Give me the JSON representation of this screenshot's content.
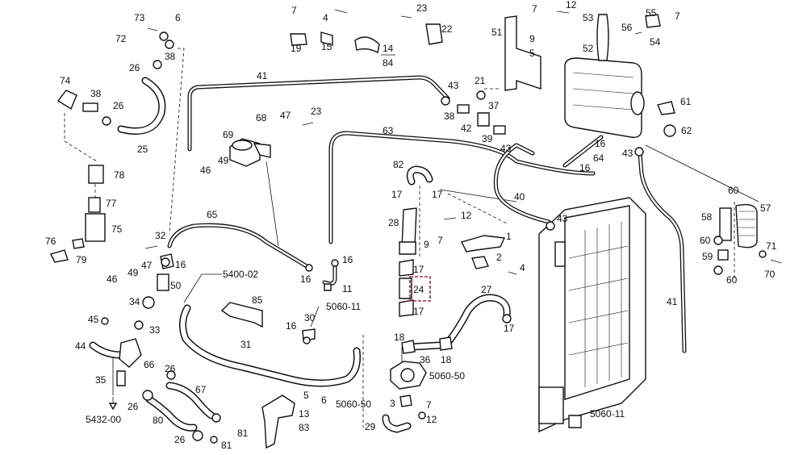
{
  "labels": [
    {
      "id": "c73",
      "text": "73"
    },
    {
      "id": "c6a",
      "text": "6"
    },
    {
      "id": "c72",
      "text": "72"
    },
    {
      "id": "c38a",
      "text": "38"
    },
    {
      "id": "c26a",
      "text": "26"
    },
    {
      "id": "c7a",
      "text": "7"
    },
    {
      "id": "c4a",
      "text": "4"
    },
    {
      "id": "c19",
      "text": "19"
    },
    {
      "id": "c15",
      "text": "15"
    },
    {
      "id": "c23a",
      "text": "23"
    },
    {
      "id": "c22",
      "text": "22"
    },
    {
      "id": "c7b",
      "text": "7"
    },
    {
      "id": "c12a",
      "text": "12"
    },
    {
      "id": "c9a",
      "text": "9"
    },
    {
      "id": "c5a",
      "text": "5"
    },
    {
      "id": "c51",
      "text": "51"
    },
    {
      "id": "c53",
      "text": "53"
    },
    {
      "id": "c52",
      "text": "52"
    },
    {
      "id": "c55",
      "text": "55"
    },
    {
      "id": "c7c",
      "text": "7"
    },
    {
      "id": "c56",
      "text": "56"
    },
    {
      "id": "c54",
      "text": "54"
    },
    {
      "id": "c74",
      "text": "74"
    },
    {
      "id": "c38b",
      "text": "38"
    },
    {
      "id": "c26b",
      "text": "26"
    },
    {
      "id": "c25",
      "text": "25"
    },
    {
      "id": "c41a",
      "text": "41"
    },
    {
      "id": "c43a",
      "text": "43"
    },
    {
      "id": "c21",
      "text": "21"
    },
    {
      "id": "c37",
      "text": "37"
    },
    {
      "id": "c38c",
      "text": "38"
    },
    {
      "id": "c42",
      "text": "42"
    },
    {
      "id": "c39",
      "text": "39"
    },
    {
      "id": "c43b",
      "text": "43"
    },
    {
      "id": "c16a",
      "text": "16"
    },
    {
      "id": "c64",
      "text": "64"
    },
    {
      "id": "c16b",
      "text": "16"
    },
    {
      "id": "c61",
      "text": "61"
    },
    {
      "id": "c62",
      "text": "62"
    },
    {
      "id": "c43c",
      "text": "43"
    },
    {
      "id": "c68",
      "text": "68"
    },
    {
      "id": "c47a",
      "text": "47"
    },
    {
      "id": "c23b",
      "text": "23"
    },
    {
      "id": "c69",
      "text": "69"
    },
    {
      "id": "c49a",
      "text": "49"
    },
    {
      "id": "c46a",
      "text": "46"
    },
    {
      "id": "c63",
      "text": "63"
    },
    {
      "id": "c78",
      "text": "78"
    },
    {
      "id": "c77",
      "text": "77"
    },
    {
      "id": "c75",
      "text": "75"
    },
    {
      "id": "c76",
      "text": "76"
    },
    {
      "id": "c79",
      "text": "79"
    },
    {
      "id": "c82",
      "text": "82"
    },
    {
      "id": "c17a",
      "text": "17"
    },
    {
      "id": "c17b",
      "text": "17"
    },
    {
      "id": "c40",
      "text": "40"
    },
    {
      "id": "c43d",
      "text": "43"
    },
    {
      "id": "c60a",
      "text": "60"
    },
    {
      "id": "c57",
      "text": "57"
    },
    {
      "id": "c58",
      "text": "58"
    },
    {
      "id": "c60b",
      "text": "60"
    },
    {
      "id": "c59",
      "text": "59"
    },
    {
      "id": "c60c",
      "text": "60"
    },
    {
      "id": "c71",
      "text": "71"
    },
    {
      "id": "c70",
      "text": "70"
    },
    {
      "id": "c65",
      "text": "65"
    },
    {
      "id": "c28",
      "text": "28"
    },
    {
      "id": "c12b",
      "text": "12"
    },
    {
      "id": "c9b",
      "text": "9"
    },
    {
      "id": "c7d",
      "text": "7"
    },
    {
      "id": "c1",
      "text": "1"
    },
    {
      "id": "c2",
      "text": "2"
    },
    {
      "id": "c32",
      "text": "32"
    },
    {
      "id": "c46b",
      "text": "46"
    },
    {
      "id": "c49b",
      "text": "49"
    },
    {
      "id": "c47b",
      "text": "47"
    },
    {
      "id": "c16c",
      "text": "16"
    },
    {
      "id": "c50",
      "text": "50"
    },
    {
      "id": "c16d",
      "text": "16"
    },
    {
      "id": "c16e",
      "text": "16"
    },
    {
      "id": "c11",
      "text": "11"
    },
    {
      "id": "c17c",
      "text": "17"
    },
    {
      "id": "c24",
      "text": "24"
    },
    {
      "id": "c17d",
      "text": "17"
    },
    {
      "id": "c4b",
      "text": "4"
    },
    {
      "id": "c27",
      "text": "27"
    },
    {
      "id": "c17e",
      "text": "17"
    },
    {
      "id": "c41b",
      "text": "41"
    },
    {
      "id": "c34",
      "text": "34"
    },
    {
      "id": "c85",
      "text": "85"
    },
    {
      "id": "c30",
      "text": "30"
    },
    {
      "id": "c16f",
      "text": "16"
    },
    {
      "id": "c45",
      "text": "45"
    },
    {
      "id": "c33",
      "text": "33"
    },
    {
      "id": "c44",
      "text": "44"
    },
    {
      "id": "c66",
      "text": "66"
    },
    {
      "id": "c35",
      "text": "35"
    },
    {
      "id": "c31",
      "text": "31"
    },
    {
      "id": "c18a",
      "text": "18"
    },
    {
      "id": "c36",
      "text": "36"
    },
    {
      "id": "c18b",
      "text": "18"
    },
    {
      "id": "c26c",
      "text": "26"
    },
    {
      "id": "c67",
      "text": "67"
    },
    {
      "id": "c26d",
      "text": "26"
    },
    {
      "id": "c80",
      "text": "80"
    },
    {
      "id": "c26e",
      "text": "26"
    },
    {
      "id": "c81a",
      "text": "81"
    },
    {
      "id": "c81b",
      "text": "81"
    },
    {
      "id": "c5b",
      "text": "5"
    },
    {
      "id": "c6b",
      "text": "6"
    },
    {
      "id": "c13",
      "text": "13"
    },
    {
      "id": "c83",
      "text": "83"
    },
    {
      "id": "c3",
      "text": "3"
    },
    {
      "id": "c7e",
      "text": "7"
    },
    {
      "id": "c12c",
      "text": "12"
    },
    {
      "id": "c29",
      "text": "29"
    }
  ],
  "fraction": {
    "numerator": "14",
    "denominator": "84"
  },
  "references": [
    {
      "id": "r5400",
      "text": "5400-02"
    },
    {
      "id": "r5060a",
      "text": "5060-11"
    },
    {
      "id": "r5060b",
      "text": "5060-50"
    },
    {
      "id": "r5060c",
      "text": "5060-50"
    },
    {
      "id": "r5060d",
      "text": "5060-11"
    },
    {
      "id": "r5432",
      "text": "5432-00"
    }
  ],
  "highlight_color": "#b0283c"
}
